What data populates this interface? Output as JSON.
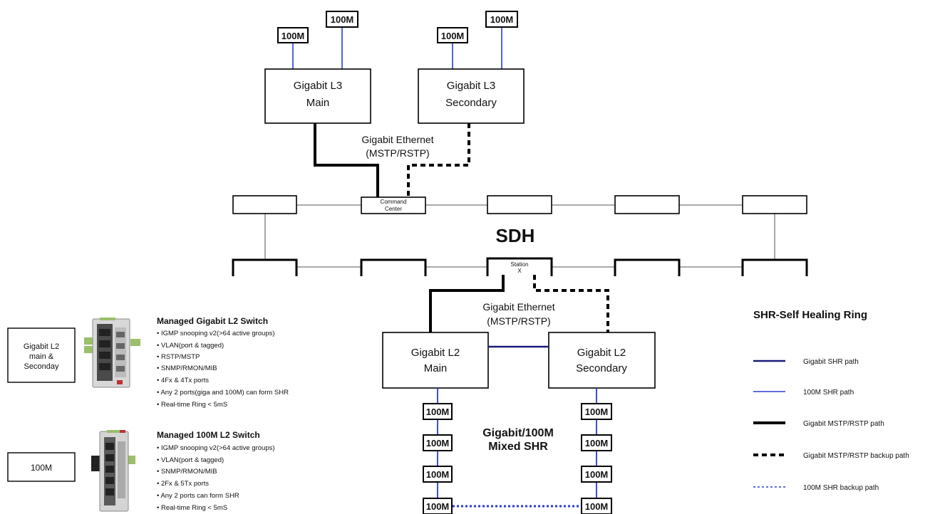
{
  "top": {
    "l3_main": {
      "line1": "Gigabit L3",
      "line2": "Main"
    },
    "l3_secondary": {
      "line1": "Gigabit L3",
      "line2": "Secondary"
    },
    "mod_l3_main_a": "100M",
    "mod_l3_main_b": "100M",
    "mod_l3_sec_a": "100M",
    "mod_l3_sec_b": "100M",
    "gbe_label_1": "Gigabit Ethernet",
    "gbe_label_2": "(MSTP/RSTP)"
  },
  "sdh": {
    "label": "SDH",
    "command_center": {
      "line1": "Command",
      "line2": "Center"
    },
    "station": {
      "line1": "Station",
      "line2": "X"
    }
  },
  "bottom": {
    "gbe_label_1": "Gigabit Ethernet",
    "gbe_label_2": "(MSTP/RSTP)",
    "l2_main": {
      "line1": "Gigabit L2",
      "line2": "Main"
    },
    "l2_secondary": {
      "line1": "Gigabit L2",
      "line2": "Secondary"
    },
    "left_switches": [
      "100M",
      "100M",
      "100M",
      "100M"
    ],
    "right_switches": [
      "100M",
      "100M",
      "100M",
      "100M"
    ],
    "mixed_label_1": "Gigabit/100M",
    "mixed_label_2": "Mixed SHR"
  },
  "products": {
    "gigabit": {
      "box": {
        "line1": "Gigabit L2",
        "line2": "main &",
        "line3": "Seconday"
      },
      "title": "Managed Gigabit L2 Switch",
      "features": [
        "• IGMP snooping v2(>64 active groups)",
        "• VLAN(port & tagged)",
        "• RSTP/MSTP",
        "• SNMP/RMON/MIB",
        "• 4Fx & 4Tx ports",
        "• Any 2 ports(giga and 100M) can form SHR",
        "• Real-time Ring < 5mS"
      ]
    },
    "fast": {
      "box": {
        "line1": "100M"
      },
      "title": "Managed 100M L2 Switch",
      "features": [
        "• IGMP snooping v2(>64 active groups)",
        "• VLAN(port & tagged)",
        "• SNMP/RMON/MIB",
        "• 2Fx & 5Tx ports",
        "• Any 2 ports can form SHR",
        "• Real-time Ring < 5mS"
      ]
    }
  },
  "legend": {
    "title": "SHR-Self Healing Ring",
    "items": [
      {
        "label": "Gigabit SHR path",
        "color": "#1a1a7a",
        "style": "solid-blue-thick"
      },
      {
        "label": "100M SHR path",
        "color": "#2a3bd6",
        "style": "solid-blue-thin"
      },
      {
        "label": "Gigabit MSTP/RSTP path",
        "color": "#000000",
        "style": "solid-black-thick"
      },
      {
        "label": "Gigabit MSTP/RSTP backup path",
        "color": "#000000",
        "style": "dashed-black-thick"
      },
      {
        "label": "100M SHR backup path",
        "color": "#2a3bd6",
        "style": "dotted-blue"
      }
    ]
  }
}
